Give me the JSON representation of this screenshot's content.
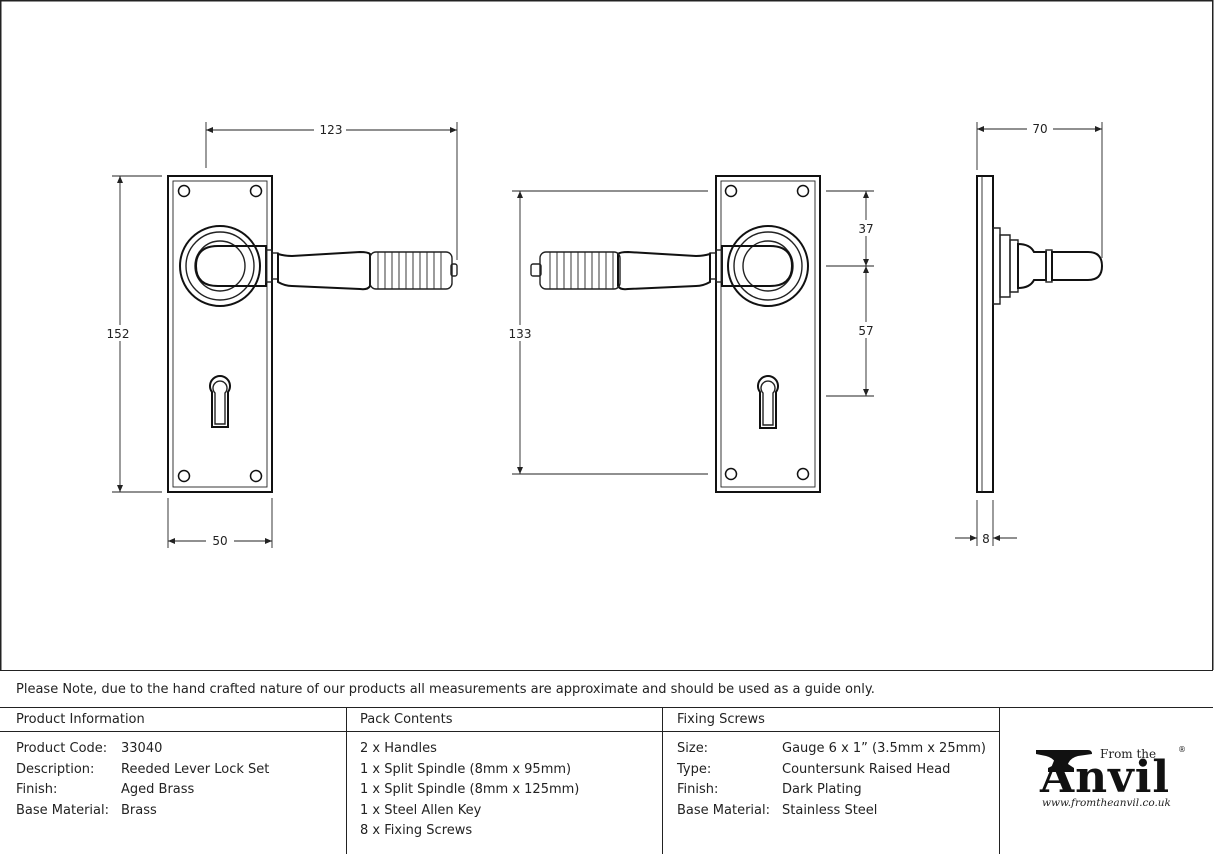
{
  "dimensions": {
    "front_width_total": "123",
    "front_height": "152",
    "front_plate_width": "50",
    "rear_span": "133",
    "rear_upper": "37",
    "rear_lower": "57",
    "side_projection": "70",
    "side_thickness": "8"
  },
  "note": "Please Note, due to the hand crafted nature of our products all measurements are approximate and should be used as a guide only.",
  "product_information": {
    "heading": "Product Information",
    "rows": [
      {
        "label": "Product Code:",
        "value": "33040"
      },
      {
        "label": "Description:",
        "value": "Reeded Lever Lock Set"
      },
      {
        "label": "Finish:",
        "value": "Aged Brass"
      },
      {
        "label": "Base Material:",
        "value": "Brass"
      }
    ]
  },
  "pack_contents": {
    "heading": "Pack Contents",
    "items": [
      "2 x Handles",
      "1 x Split Spindle (8mm x 95mm)",
      "1 x Split Spindle (8mm x 125mm)",
      "1 x Steel Allen Key",
      "8 x Fixing Screws"
    ]
  },
  "fixing_screws": {
    "heading": "Fixing Screws",
    "rows": [
      {
        "label": "Size:",
        "value": "Gauge 6 x 1” (3.5mm x 25mm)"
      },
      {
        "label": "Type:",
        "value": "Countersunk Raised Head"
      },
      {
        "label": "Finish:",
        "value": "Dark Plating"
      },
      {
        "label": "Base Material:",
        "value": "Stainless Steel"
      }
    ]
  },
  "logo": {
    "from_the": "From the",
    "brand": "Anvil",
    "reg": "®",
    "url": "www.fromtheanvil.co.uk"
  }
}
